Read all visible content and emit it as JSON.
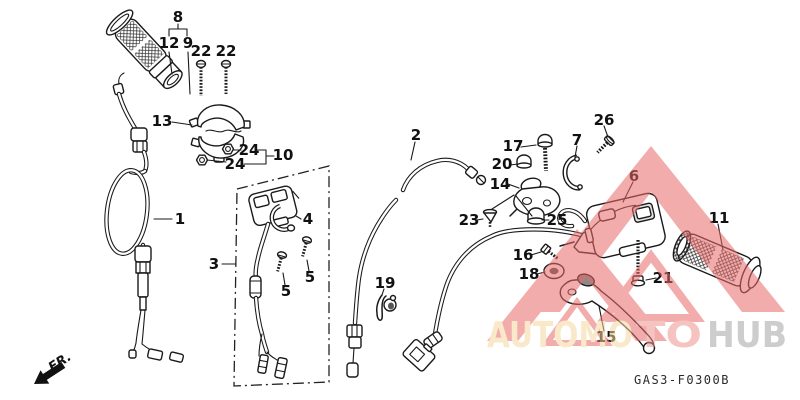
{
  "diagram": {
    "drawing_code": "GAS3-F0300B",
    "fr_label": "FR.",
    "ink_color": "#1a1a1a",
    "background_color": "#ffffff",
    "part_labels": [
      {
        "n": "8"
      },
      {
        "n": "12"
      },
      {
        "n": "9"
      },
      {
        "n": "22"
      },
      {
        "n": "22"
      },
      {
        "n": "13"
      },
      {
        "n": "24"
      },
      {
        "n": "10"
      },
      {
        "n": "24"
      },
      {
        "n": "1"
      },
      {
        "n": "3"
      },
      {
        "n": "4"
      },
      {
        "n": "5"
      },
      {
        "n": "5"
      },
      {
        "n": "2"
      },
      {
        "n": "19"
      },
      {
        "n": "17"
      },
      {
        "n": "20"
      },
      {
        "n": "14"
      },
      {
        "n": "23"
      },
      {
        "n": "25"
      },
      {
        "n": "7"
      },
      {
        "n": "26"
      },
      {
        "n": "6"
      },
      {
        "n": "11"
      },
      {
        "n": "16"
      },
      {
        "n": "18"
      },
      {
        "n": "21"
      },
      {
        "n": "15"
      }
    ],
    "watermark": {
      "segments": [
        {
          "text": "AUTOMO",
          "color": "#f5d6a0"
        },
        {
          "text": "TO",
          "color": "#f0958d"
        },
        {
          "text": "HUB",
          "color": "#a6a6a6"
        }
      ],
      "triangle_color": "#e96a6a",
      "opacity": 0.55
    }
  }
}
